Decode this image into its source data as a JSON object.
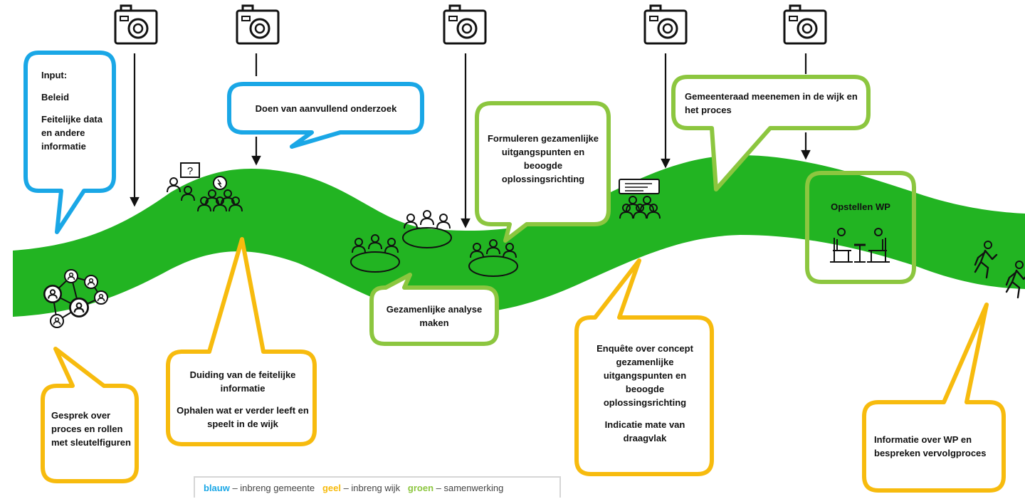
{
  "colors": {
    "blue": "#1aa7e6",
    "yellow": "#f7bb0e",
    "green": "#8cc63f",
    "river": "#22b422",
    "ink": "#111111"
  },
  "callouts": {
    "input": {
      "line1": "Input:",
      "line2": "Beleid",
      "line3": "Feitelijke data en andere informatie"
    },
    "onderzoek": {
      "text": "Doen van aanvullend onderzoek"
    },
    "formuleren": {
      "text": "Formuleren gezamenlijke uitgangspunten en beoogde oplossingsrichting"
    },
    "gemeenteraad": {
      "text": "Gemeenteraad meenemen in de wijk en het proces"
    },
    "opstellen": {
      "text": "Opstellen WP"
    },
    "analyse": {
      "text": "Gezamenlijke analyse maken"
    },
    "gesprek": {
      "text": "Gesprek over proces en rollen met sleutelfiguren"
    },
    "duiding": {
      "line1": "Duiding van de feitelijke informatie",
      "line2": "Ophalen wat er verder leeft en speelt in de wijk"
    },
    "enquete": {
      "line1": "Enquête over concept gezamenlijke uitgangspunten  en beoogde oplossingsrichting",
      "line2": "Indicatie mate van draagvlak"
    },
    "informatie": {
      "text": "Informatie over WP en bespreken vervolgproces"
    }
  },
  "legend": {
    "blue_word": "blauw",
    "blue_desc": " – inbreng gemeente",
    "yellow_word": "geel",
    "yellow_desc": " – inbreng wijk",
    "green_word": "groen",
    "green_desc": " – samenwerking"
  },
  "icons": [
    "camera-icon",
    "network-icon",
    "question-people-icon",
    "idea-group-icon",
    "round-table-icon",
    "presentation-audience-icon",
    "meeting-table-icon",
    "walking-people-icon"
  ]
}
